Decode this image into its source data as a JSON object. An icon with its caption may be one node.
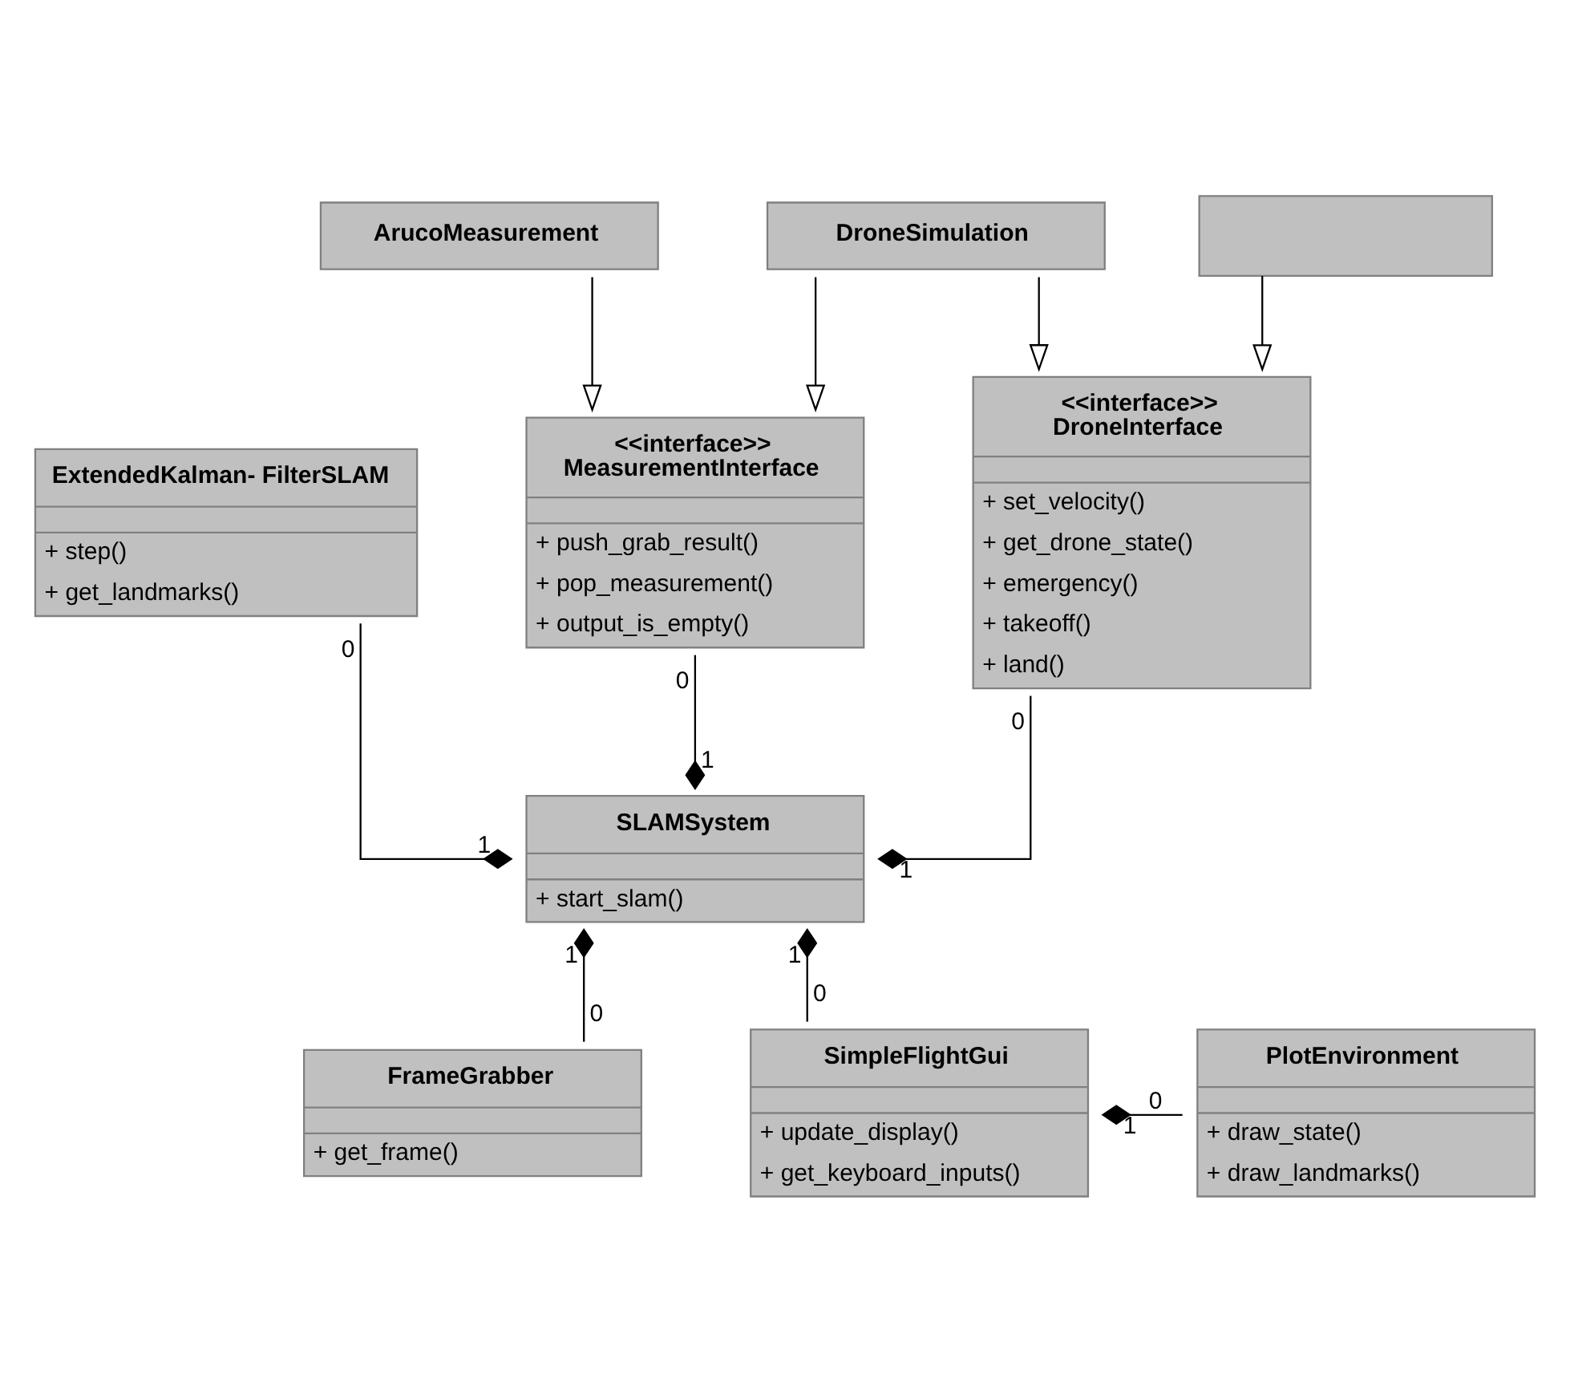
{
  "diagram": {
    "nodes": [
      {
        "text": [
          "ArucoMeasurement"
        ]
      },
      {
        "text": [
          "DroneSimulation"
        ]
      },
      {
        "text": [],
        "shape": "box"
      },
      {
        "text": [
          "ExtendedKalman- FilterSLAM",
          "+ step()",
          "+ get_landmarks()"
        ]
      },
      {
        "text": [
          "<<interface>>",
          "MeasurementInterface",
          "+ push_grab_result()",
          "+ pop_measurement()",
          "+ output_is_empty()"
        ]
      },
      {
        "text": [
          "<<interface>>",
          "DroneInterface",
          "+ set_velocity()",
          "+ get_drone_state()",
          "+ emergency()",
          "+ takeoff()",
          "+ land()"
        ]
      },
      {
        "text": [
          "SLAMSystem",
          "+ start_slam()"
        ]
      },
      {
        "text": [
          "FrameGrabber",
          "+ get_frame()"
        ]
      },
      {
        "text": [
          "SimpleFlightGui",
          "+ update_display()",
          "+ get_keyboard_inputs()"
        ]
      },
      {
        "text": [
          "PlotEnvironment",
          "+ draw_state()",
          "+ draw_landmarks()"
        ]
      }
    ],
    "edges": [
      {
        "from": 0,
        "to": 4,
        "arrow": "to"
      },
      {
        "from": 1,
        "to": 4,
        "arrow": "to"
      },
      {
        "from": 1,
        "to": 5,
        "arrow": "to"
      },
      {
        "from": 2,
        "to": 5,
        "arrow": "to"
      },
      {
        "from": 6,
        "to": 3,
        "arrow": "other"
      },
      {
        "from": 6,
        "to": 4,
        "arrow": "other"
      },
      {
        "from": 6,
        "to": 5,
        "arrow": "other"
      },
      {
        "from": 6,
        "to": 8,
        "arrow": "other"
      },
      {
        "from": 6,
        "to": 7,
        "arrow": "other"
      },
      {
        "from": 8,
        "to": 9,
        "arrow": "other"
      }
    ],
    "labels": [
      "0",
      "1",
      "1",
      "0",
      "1",
      "0",
      "1",
      "1",
      "0",
      "0",
      "1",
      "0"
    ]
  }
}
